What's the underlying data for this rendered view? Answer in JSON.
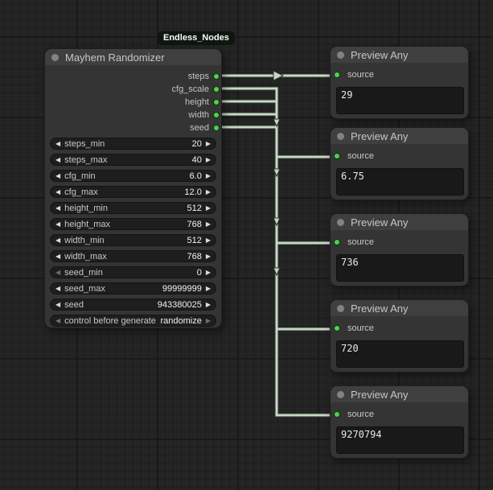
{
  "badge": {
    "label": "Endless_Nodes"
  },
  "icons": {
    "left_arrow": "◀",
    "right_arrow": "▶"
  },
  "colors": {
    "canvas_bg": "#242424",
    "node_body": "#343434",
    "node_title": "#3f3f3f",
    "widget_bg": "#1e1e1e",
    "wire_green": "#c6d9c4",
    "port_green": "#4fd14f",
    "badge_bg": "#0d170d"
  },
  "randomizer_node": {
    "title": "Mayhem Randomizer",
    "outputs": [
      {
        "label": "steps"
      },
      {
        "label": "cfg_scale"
      },
      {
        "label": "height"
      },
      {
        "label": "width"
      },
      {
        "label": "seed"
      }
    ],
    "widgets": [
      {
        "label": "steps_min",
        "value": "20"
      },
      {
        "label": "steps_max",
        "value": "40"
      },
      {
        "label": "cfg_min",
        "value": "6.0"
      },
      {
        "label": "cfg_max",
        "value": "12.0"
      },
      {
        "label": "height_min",
        "value": "512"
      },
      {
        "label": "height_max",
        "value": "768"
      },
      {
        "label": "width_min",
        "value": "512"
      },
      {
        "label": "width_max",
        "value": "768"
      },
      {
        "label": "seed_min",
        "value": "0"
      },
      {
        "label": "seed_max",
        "value": "99999999"
      },
      {
        "label": "seed",
        "value": "943380025"
      },
      {
        "label": "control before generate",
        "value": "randomize"
      }
    ]
  },
  "preview_nodes": [
    {
      "title": "Preview Any",
      "input_label": "source",
      "value": "29"
    },
    {
      "title": "Preview Any",
      "input_label": "source",
      "value": "6.75"
    },
    {
      "title": "Preview Any",
      "input_label": "source",
      "value": "736"
    },
    {
      "title": "Preview Any",
      "input_label": "source",
      "value": "720"
    },
    {
      "title": "Preview Any",
      "input_label": "source",
      "value": "9270794"
    }
  ]
}
